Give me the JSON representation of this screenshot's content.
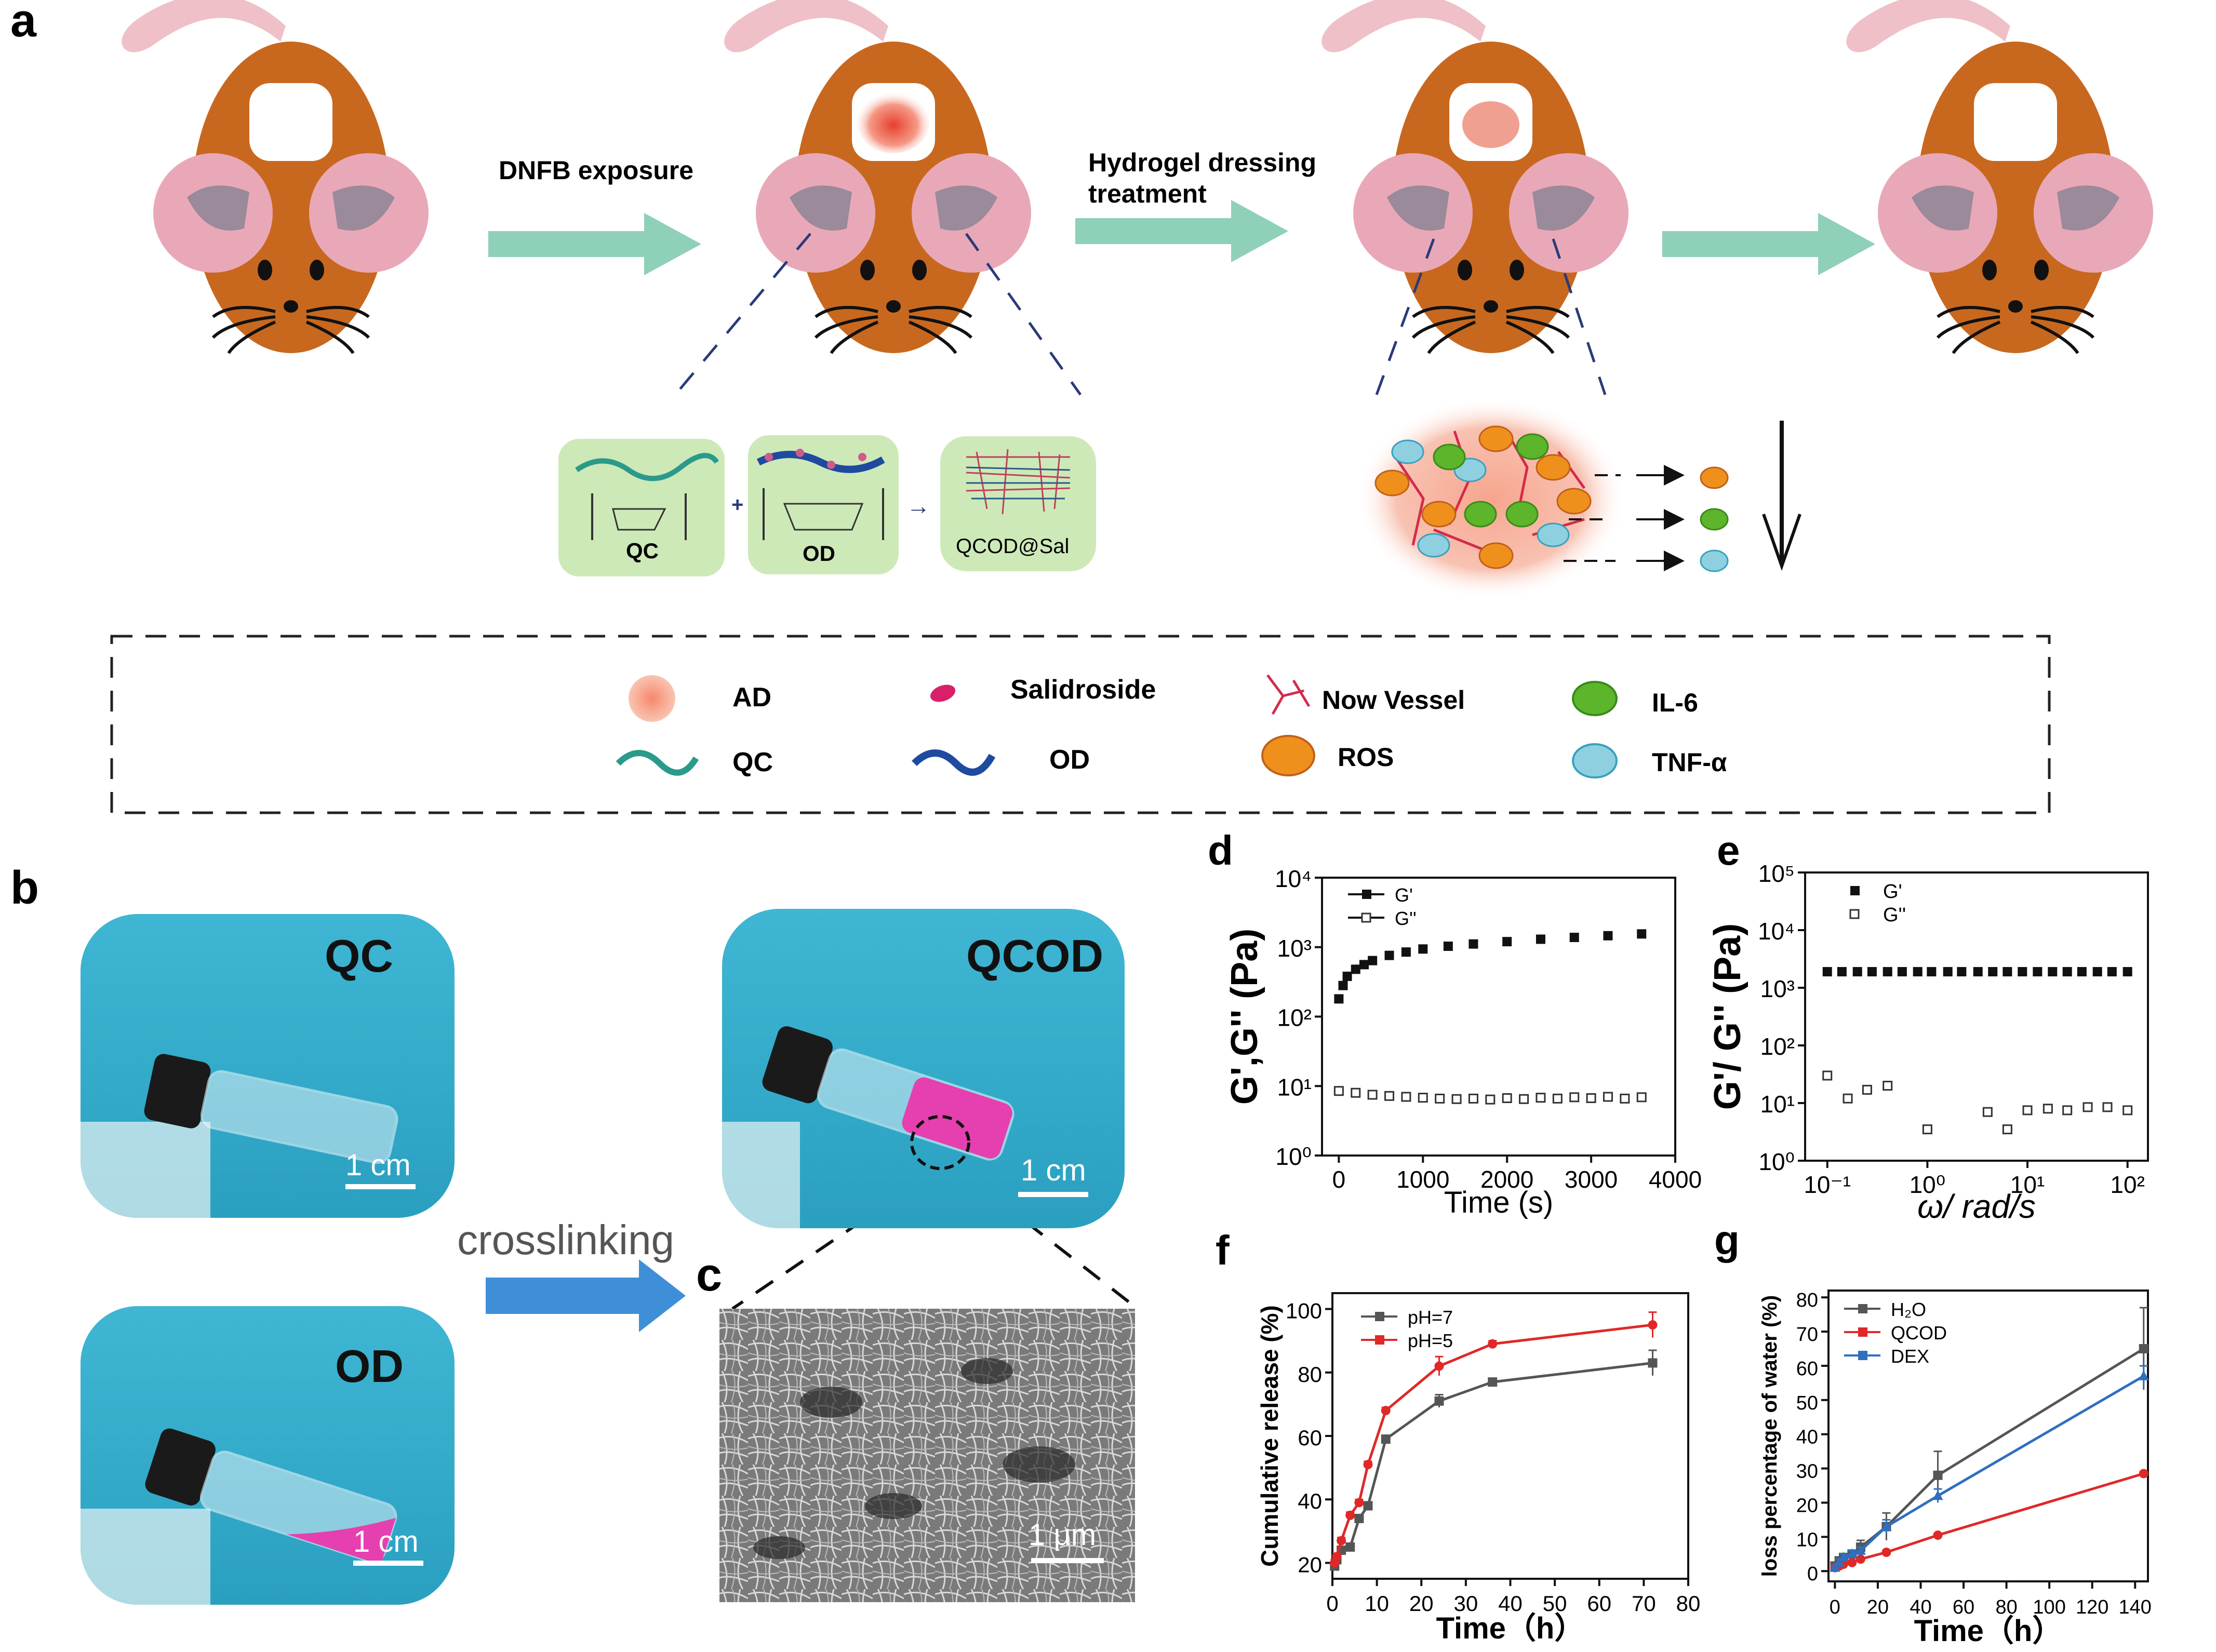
{
  "panel_letters": {
    "a": "a",
    "b": "b",
    "c": "c",
    "d": "d",
    "e": "e",
    "f": "f",
    "g": "g"
  },
  "panel_a": {
    "step1": "DNFB exposure",
    "step2_line1": "Hydrogel dressing",
    "step2_line2": "treatment",
    "components": {
      "qc": "QC",
      "plus": "+",
      "od": "OD",
      "arrow": "→",
      "product": "QCOD@Sal"
    },
    "legend": {
      "ad": "AD",
      "qc": "QC",
      "salidroside": "Salidroside",
      "od": "OD",
      "vessel": "Now Vessel",
      "ros": "ROS",
      "il6": "IL-6",
      "tnf": "TNF-α"
    },
    "colors": {
      "mouse": "#c8681e",
      "ear": "#e9a8b8",
      "arrow": "#8fd0b8",
      "ros": "#f0901c",
      "il6": "#5cb52a",
      "tnf": "#8fd0e0",
      "ad": "#f4a08a",
      "vessel": "#d42b4a"
    }
  },
  "panel_b": {
    "qc_label": "QC",
    "od_label": "OD",
    "qcod_label": "QCOD",
    "scale": "1 cm",
    "crosslinking": "crosslinking",
    "colors": {
      "background": "#39b0cf",
      "gel": "#e63fb0"
    }
  },
  "panel_c": {
    "scale": "1 μm"
  },
  "chart_data": [
    {
      "panel": "d",
      "type": "scatter",
      "xlabel": "Time (s)",
      "ylabel": "G',G'' (Pa)",
      "xlim": [
        -200,
        4000
      ],
      "ylim": [
        1,
        10000
      ],
      "yscale": "log",
      "xticks": [
        "0",
        "1000",
        "2000",
        "3000",
        "4000"
      ],
      "yticks": [
        "10⁰",
        "10¹",
        "10²",
        "10³",
        "10⁴"
      ],
      "legend_position": "top-left",
      "series": [
        {
          "name": "G'",
          "marker": "filled-square",
          "points": [
            [
              0,
              180
            ],
            [
              50,
              280
            ],
            [
              100,
              380
            ],
            [
              200,
              480
            ],
            [
              300,
              560
            ],
            [
              400,
              640
            ],
            [
              600,
              760
            ],
            [
              800,
              850
            ],
            [
              1000,
              940
            ],
            [
              1300,
              1030
            ],
            [
              1600,
              1110
            ],
            [
              2000,
              1200
            ],
            [
              2400,
              1300
            ],
            [
              2800,
              1380
            ],
            [
              3200,
              1460
            ],
            [
              3600,
              1550
            ]
          ]
        },
        {
          "name": "G''",
          "marker": "open-square",
          "points": [
            [
              0,
              8.5
            ],
            [
              200,
              8
            ],
            [
              400,
              7.5
            ],
            [
              600,
              7.2
            ],
            [
              800,
              7
            ],
            [
              1000,
              6.8
            ],
            [
              1200,
              6.6
            ],
            [
              1400,
              6.5
            ],
            [
              1600,
              6.6
            ],
            [
              1800,
              6.4
            ],
            [
              2000,
              6.7
            ],
            [
              2200,
              6.5
            ],
            [
              2400,
              6.8
            ],
            [
              2600,
              6.6
            ],
            [
              2800,
              6.9
            ],
            [
              3000,
              6.7
            ],
            [
              3200,
              7
            ],
            [
              3400,
              6.6
            ],
            [
              3600,
              6.9
            ]
          ]
        }
      ]
    },
    {
      "panel": "e",
      "type": "scatter",
      "xlabel": "ω/ rad/s",
      "ylabel": "G'/ G'' (Pa)",
      "xscale": "log",
      "yscale": "log",
      "xlim": [
        0.06,
        160
      ],
      "ylim": [
        1,
        100000
      ],
      "xticks": [
        "10⁻¹",
        "10⁰",
        "10¹",
        "10²"
      ],
      "yticks": [
        "10⁰",
        "10¹",
        "10²",
        "10³",
        "10⁴",
        "10⁵"
      ],
      "legend_position": "top-left",
      "series": [
        {
          "name": "G'",
          "marker": "filled-square",
          "points": [
            [
              0.1,
              1900
            ],
            [
              0.14,
              1900
            ],
            [
              0.2,
              1900
            ],
            [
              0.28,
              1900
            ],
            [
              0.4,
              1900
            ],
            [
              0.56,
              1900
            ],
            [
              0.8,
              1900
            ],
            [
              1.1,
              1900
            ],
            [
              1.6,
              1900
            ],
            [
              2.2,
              1900
            ],
            [
              3.2,
              1900
            ],
            [
              4.5,
              1900
            ],
            [
              6.3,
              1900
            ],
            [
              8.9,
              1900
            ],
            [
              12.6,
              1900
            ],
            [
              17.8,
              1900
            ],
            [
              25,
              1900
            ],
            [
              35,
              1900
            ],
            [
              50,
              1900
            ],
            [
              70,
              1900
            ],
            [
              100,
              1900
            ]
          ]
        },
        {
          "name": "G''",
          "marker": "open-square",
          "points": [
            [
              0.1,
              30
            ],
            [
              0.16,
              12
            ],
            [
              0.25,
              17
            ],
            [
              0.4,
              20
            ],
            [
              1,
              3.5
            ],
            [
              4,
              7
            ],
            [
              6.3,
              3.5
            ],
            [
              10,
              7.5
            ],
            [
              16,
              8
            ],
            [
              25,
              7.5
            ],
            [
              40,
              8.5
            ],
            [
              63,
              8.5
            ],
            [
              100,
              7.5
            ]
          ]
        }
      ]
    },
    {
      "panel": "f",
      "type": "line",
      "xlabel": "Time（h）",
      "ylabel": "Cumulative release (%)",
      "xlim": [
        0,
        80
      ],
      "ylim": [
        15,
        105
      ],
      "xticks": [
        "0",
        "10",
        "20",
        "30",
        "40",
        "50",
        "60",
        "70",
        "80"
      ],
      "yticks": [
        "20",
        "40",
        "60",
        "80",
        "100"
      ],
      "legend_position": "top-left",
      "series": [
        {
          "name": "pH=7",
          "color": "#555555",
          "x": [
            0.5,
            1,
            2,
            4,
            6,
            8,
            12,
            24,
            36,
            72
          ],
          "y": [
            19,
            21,
            24,
            25,
            34,
            38,
            59,
            71,
            77,
            83
          ],
          "err": [
            1,
            1,
            1,
            1,
            1,
            1,
            1,
            2,
            1,
            4
          ]
        },
        {
          "name": "pH=5",
          "color": "#e02828",
          "x": [
            0.5,
            1,
            2,
            4,
            6,
            8,
            12,
            24,
            36,
            72
          ],
          "y": [
            20,
            22,
            27,
            35,
            39,
            51,
            68,
            82,
            89,
            95
          ],
          "err": [
            1,
            1,
            1,
            1,
            1,
            1,
            1,
            3,
            1,
            4
          ]
        }
      ]
    },
    {
      "panel": "g",
      "type": "line",
      "xlabel": "Time（h）",
      "ylabel": "loss percentage of water (%)",
      "xlim": [
        -3,
        146
      ],
      "ylim": [
        -3,
        82
      ],
      "xticks": [
        "0",
        "20",
        "40",
        "60",
        "80",
        "100",
        "120",
        "140"
      ],
      "yticks": [
        "0",
        "10",
        "20",
        "30",
        "40",
        "50",
        "60",
        "70",
        "80"
      ],
      "legend_position": "top-left",
      "series": [
        {
          "name": "H₂O",
          "color": "#555555",
          "x": [
            0,
            2,
            4,
            8,
            12,
            24,
            48,
            144
          ],
          "y": [
            1.5,
            3,
            4,
            5,
            7,
            13,
            28,
            65
          ],
          "err": [
            0.5,
            1,
            1,
            1,
            2,
            4,
            7,
            12
          ]
        },
        {
          "name": "QCOD",
          "color": "#e02828",
          "x": [
            0,
            2,
            4,
            8,
            12,
            24,
            48,
            144
          ],
          "y": [
            1,
            1.5,
            2,
            2.5,
            3.5,
            5.5,
            10.5,
            28.5
          ],
          "err": [
            0.3,
            0.3,
            0.3,
            0.4,
            0.4,
            0.5,
            0.5,
            0.5
          ]
        },
        {
          "name": "DEX",
          "color": "#2e6fc0",
          "x": [
            0,
            2,
            4,
            8,
            12,
            24,
            48,
            144
          ],
          "y": [
            1,
            2.5,
            4,
            5,
            6,
            13,
            22,
            57
          ],
          "err": [
            0.5,
            1,
            1,
            1,
            1,
            2,
            2,
            3
          ]
        }
      ]
    }
  ]
}
